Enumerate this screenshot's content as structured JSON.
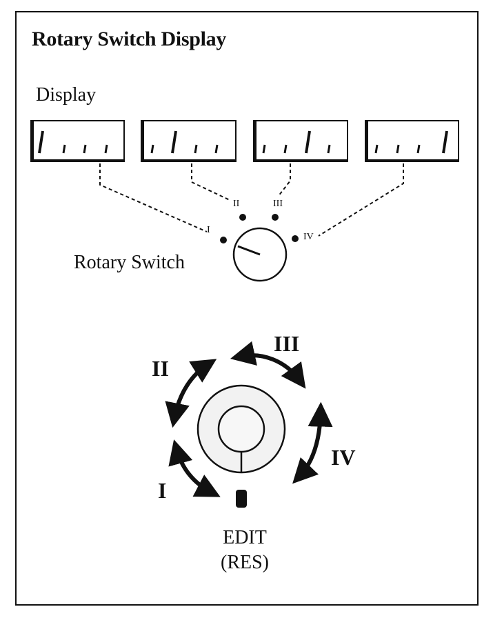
{
  "title": "Rotary Switch Display",
  "display_label": "Display",
  "rotary_switch_label": "Rotary Switch",
  "positions_small": [
    "I",
    "II",
    "III",
    "IV"
  ],
  "positions_large": [
    "I",
    "II",
    "III",
    "IV"
  ],
  "edit_label": "EDIT",
  "res_label": "(RES)",
  "displays": [
    {
      "active_digit": 1,
      "digits": [
        "1",
        "ı",
        "ı",
        "ı"
      ]
    },
    {
      "active_digit": 2,
      "digits": [
        "ı",
        "1",
        "ı",
        "ı"
      ]
    },
    {
      "active_digit": 3,
      "digits": [
        "ı",
        "ı",
        "1",
        "ı"
      ]
    },
    {
      "active_digit": 4,
      "digits": [
        "ı",
        "ı",
        "ı",
        "1"
      ]
    }
  ],
  "colors": {
    "ink": "#111111",
    "paper": "#ffffff",
    "knob_fill": "#f2f2f2"
  }
}
